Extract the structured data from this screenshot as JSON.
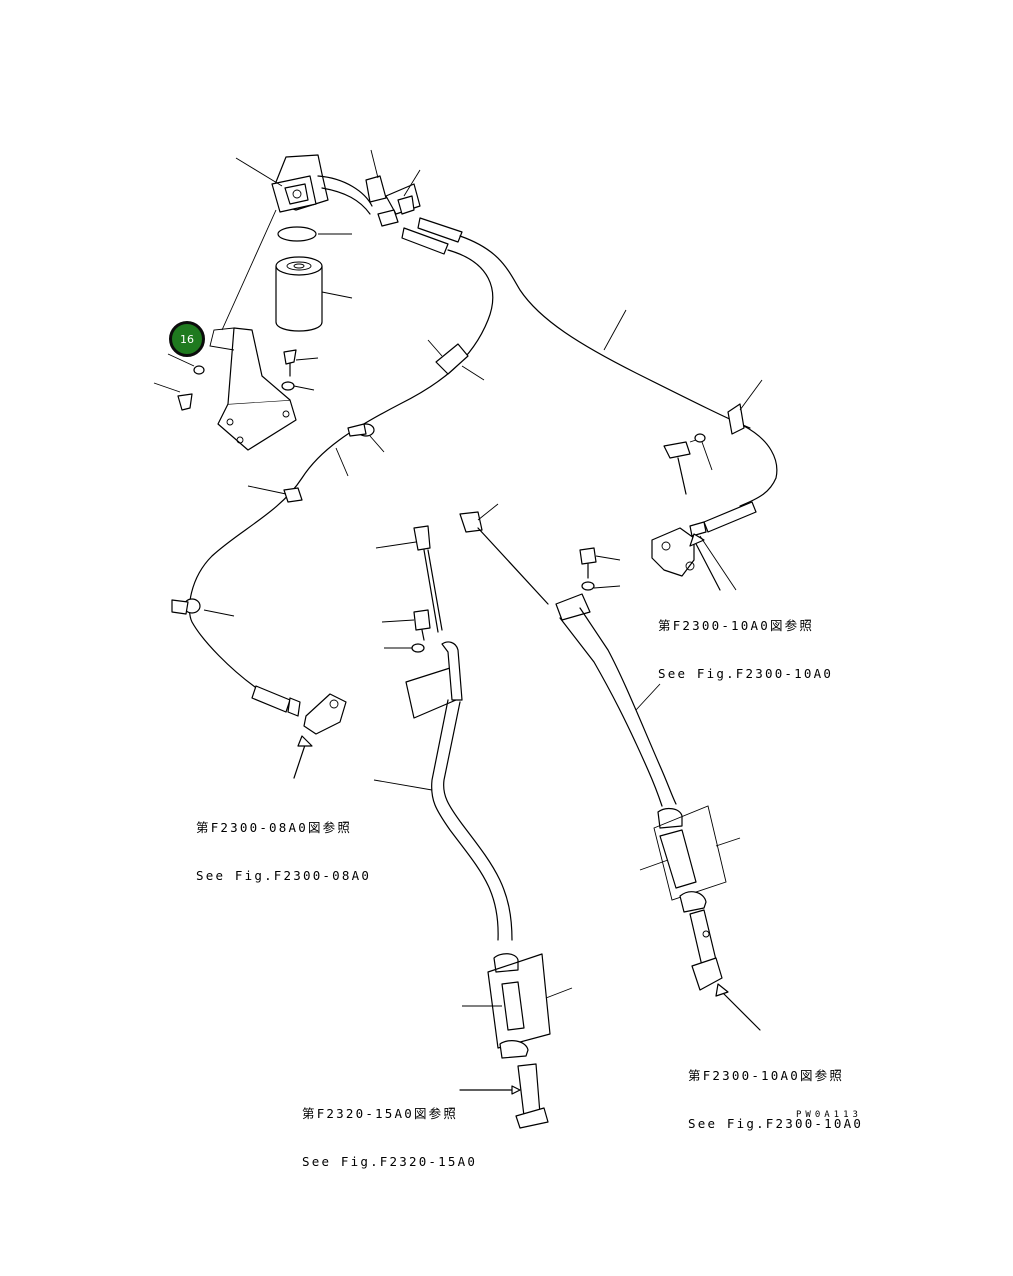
{
  "callout": {
    "number": "16",
    "color": "#1f7a1f"
  },
  "references": [
    {
      "jp": "第F2300-10A0図参照",
      "en": "See Fig.F2300-10A0"
    },
    {
      "jp": "第F2300-08A0図参照",
      "en": "See Fig.F2300-08A0"
    },
    {
      "jp": "第F2300-10A0図参照",
      "en": "See Fig.F2300-10A0"
    },
    {
      "jp": "第F2320-15A0図参照",
      "en": "See Fig.F2320-15A0"
    }
  ],
  "drawing_code": "PW0A113"
}
